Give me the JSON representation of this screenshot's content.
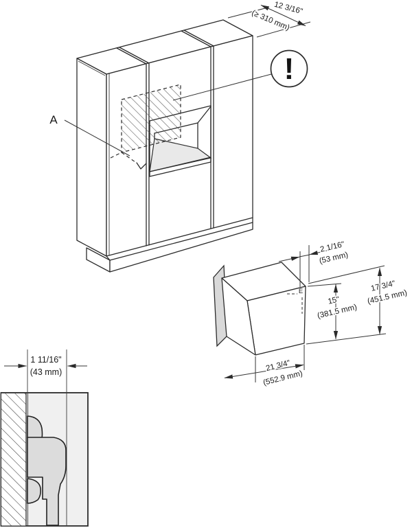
{
  "figure": {
    "cabinet": {
      "depth_dim": {
        "inches": "12 3/16\"",
        "mm": "(≥ 310 mm)"
      },
      "area_label": "A",
      "alert_symbol": "!"
    },
    "appliance": {
      "connection_label": "E",
      "offset_dim": {
        "inches": "2 1/16\"",
        "mm": "(53 mm)"
      },
      "niche_height_dim": {
        "inches": "15\"",
        "mm": "(381.5 mm)"
      },
      "total_height_dim": {
        "inches": "17 3/4\"",
        "mm": "(451.5 mm)"
      },
      "depth_dim": {
        "inches": "21 3/4\"",
        "mm": "(552.9 mm)"
      }
    },
    "plug_detail": {
      "clearance_dim": {
        "inches": "1 11/16\"",
        "mm": "(43 mm)"
      }
    },
    "colors": {
      "line": "#2b2b2b",
      "niche_floor": "#e9e9e9",
      "back_panel": "#d9d9d9",
      "plug": "#dcdcdc",
      "detail_bg": "#f0f0f0"
    }
  }
}
